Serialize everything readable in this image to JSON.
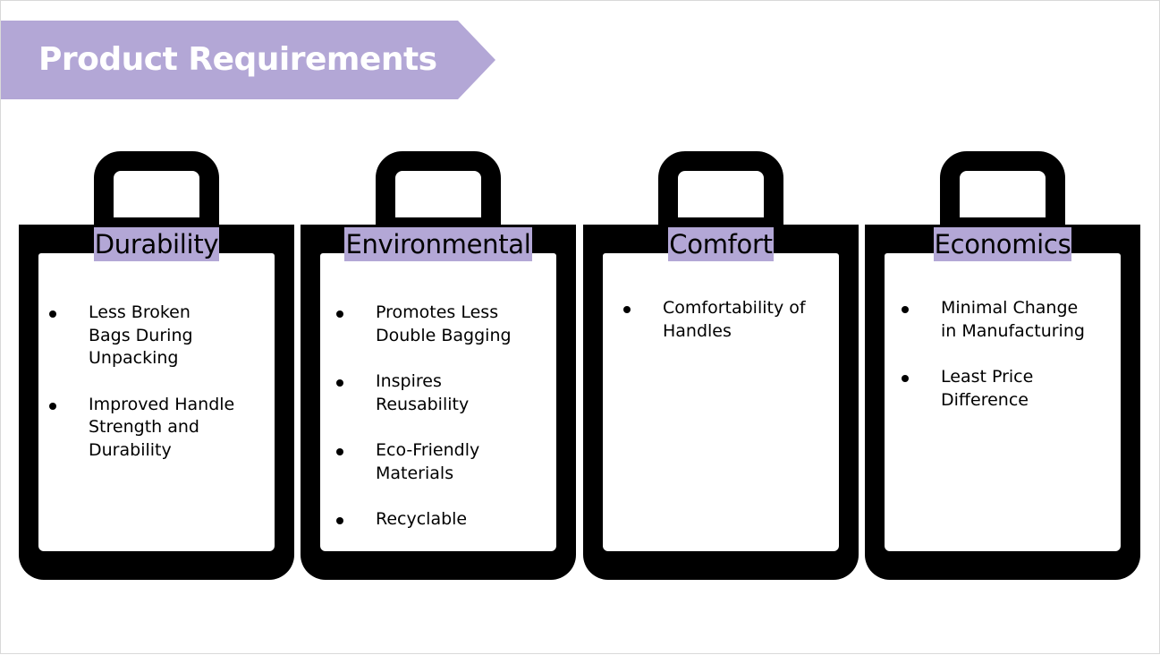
{
  "title": "Product Requirements",
  "colors": {
    "banner": "#b3a7d6",
    "bag": "#000000",
    "label_highlight": "#b3a7d6"
  },
  "bags": [
    {
      "label": "Durability",
      "items": [
        "Less Broken Bags During Unpacking",
        "Improved Handle Strength and Durability"
      ]
    },
    {
      "label": "Environmental",
      "items": [
        "Promotes Less Double Bagging",
        "Inspires Reusability",
        "Eco-Friendly Materials",
        "Recyclable"
      ]
    },
    {
      "label": "Comfort",
      "items": [
        "Comfortability of Handles"
      ]
    },
    {
      "label": "Economics",
      "items": [
        "Minimal Change in Manufacturing",
        "Least Price Difference"
      ]
    }
  ]
}
